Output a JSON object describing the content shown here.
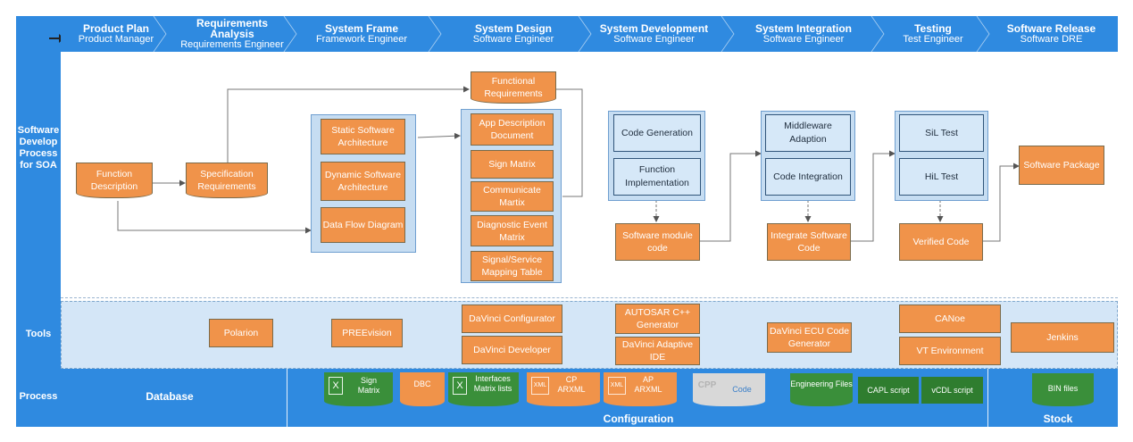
{
  "header": {
    "phases": [
      {
        "title": "Product Plan",
        "role": "Product Manager"
      },
      {
        "title": "Requirements Analysis",
        "role": "Requirements Engineer"
      },
      {
        "title": "System Frame",
        "role": "Framework Engineer"
      },
      {
        "title": "System Design",
        "role": "Software Engineer"
      },
      {
        "title": "System Development",
        "role": "Software Engineer"
      },
      {
        "title": "System Integration",
        "role": "Software Engineer"
      },
      {
        "title": "Testing",
        "role": "Test Engineer"
      },
      {
        "title": "Software Release",
        "role": "Software DRE"
      }
    ]
  },
  "rows": {
    "process_soa": "Software Develop Process for SOA",
    "tools": "Tools",
    "process": "Process"
  },
  "flow": {
    "function_description": "Function Description",
    "specification_requirements": "Specification Requirements",
    "functional_requirements": "Functional Requirements",
    "static_arch": "Static Software Architecture",
    "dynamic_arch": "Dynamic Software Architecture",
    "data_flow": "Data Flow Diagram",
    "app_description": "App Description Document",
    "sign_matrix": "Sign Matrix",
    "communicate_matrix": "Communicate Martix",
    "diagnostic_matrix": "Diagnostic Event Matrix",
    "signal_mapping": "Signal/Service Mapping Table",
    "code_generation": "Code Generation",
    "function_implementation": "Function Implementation",
    "software_module_code": "Software module code",
    "middleware_adaption": "Middleware Adaption",
    "code_integration": "Code Integration",
    "integrate_software_code": "Integrate Software Code",
    "sil_test": "SiL Test",
    "hil_test": "HiL Test",
    "verified_code": "Verified Code",
    "software_package": "Software Package"
  },
  "tools": {
    "polarion": "Polarion",
    "preevision": "PREEvision",
    "davinci_configurator": "DaVinci Configurator",
    "davinci_developer": "DaVinci Developer",
    "autosar_generator": "AUTOSAR C++ Generator",
    "davinci_adaptive_ide": "DaVinci Adaptive IDE",
    "davinci_ecu_generator": "DaVinci ECU Code Generator",
    "canoe": "CANoe",
    "vt_environment": "VT Environment",
    "jenkins": "Jenkins"
  },
  "process_bar": {
    "database": "Database",
    "configuration": "Configuration",
    "stock": "Stock",
    "items": {
      "sign_matrix": "Sign Matrix",
      "dbc": "DBC",
      "interfaces": "Interfaces Matrix lists",
      "cp_arxml": "CP ARXML",
      "ap_arxml": "AP ARXML",
      "code": "Code",
      "engineering_files": "Engineering Files",
      "capl_script": "CAPL script",
      "vcdl_script": "vCDL script",
      "bin_files": "BIN files"
    },
    "file_icons": {
      "excel": "X",
      "xml": "XML",
      "cpp": "CPP"
    }
  }
}
